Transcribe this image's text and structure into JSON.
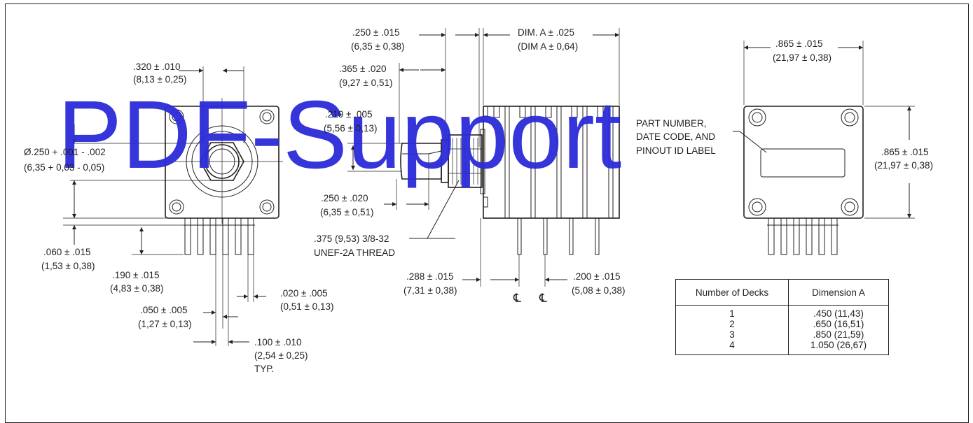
{
  "watermark": "PDF-Support",
  "front_view": {
    "top_offset": [
      ".320 ± .010",
      "(8,13 ± 0,25)"
    ],
    "shaft_dia": [
      "Ø.250 + .001 - .002",
      "(6,35 + 0,03 - 0,05)"
    ],
    "offset_060": [
      ".060 ± .015",
      "(1,53 ± 0,38)"
    ],
    "offset_190": [
      ".190 ± .015",
      "(4,83 ± 0,38)"
    ],
    "pin_width": [
      ".020 ± .005",
      "(0,51 ± 0,13)"
    ],
    "pin_offset_050": [
      ".050 ± .005",
      "(1,27 ± 0,13)"
    ],
    "pin_pitch": [
      ".100 ± .010",
      "(2,54 ± 0,25)",
      "TYP."
    ]
  },
  "side_view": {
    "flat_250": [
      ".250 ± .015",
      "(6,35 ± 0,38)"
    ],
    "dim_a": [
      "DIM. A ± .025",
      "(DIM A ± 0,64)"
    ],
    "shaft_365": [
      ".365 ± .020",
      "(9,27 ± 0,51)"
    ],
    "flat_219": [
      ".219 ± .005",
      "(5,56 ± 0,13)"
    ],
    "bushing_250": [
      ".250 ± .020",
      "(6,35 ± 0,51)"
    ],
    "thread": [
      ".375 (9,53) 3/8-32",
      "UNEF-2A THREAD"
    ],
    "pin_288": [
      ".288 ± .015",
      "(7,31 ± 0,38)"
    ],
    "pin_200": [
      ".200 ± .015",
      "(5,08 ± 0,38)"
    ],
    "centerline": "℄"
  },
  "rear_view": {
    "width": [
      ".865 ± .015",
      "(21,97 ± 0,38)"
    ],
    "height": [
      ".865 ± .015",
      "(21,97 ± 0,38)"
    ],
    "label_note": [
      "PART NUMBER,",
      "DATE CODE, AND",
      "PINOUT ID LABEL"
    ]
  },
  "table": {
    "headers": [
      "Number of Decks",
      "Dimension A"
    ],
    "rows": [
      [
        "1",
        ".450 (11,43)"
      ],
      [
        "2",
        ".650 (16,51)"
      ],
      [
        "3",
        ".850 (21,59)"
      ],
      [
        "4",
        "1.050 (26,67)"
      ]
    ]
  }
}
